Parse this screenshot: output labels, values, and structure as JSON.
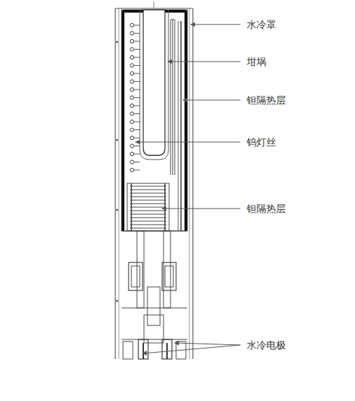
{
  "diagram": {
    "labels": [
      "水冷罩",
      "坩埚",
      "钽隔热层",
      "钨灯丝",
      "钽隔热层",
      "水冷电极"
    ]
  }
}
